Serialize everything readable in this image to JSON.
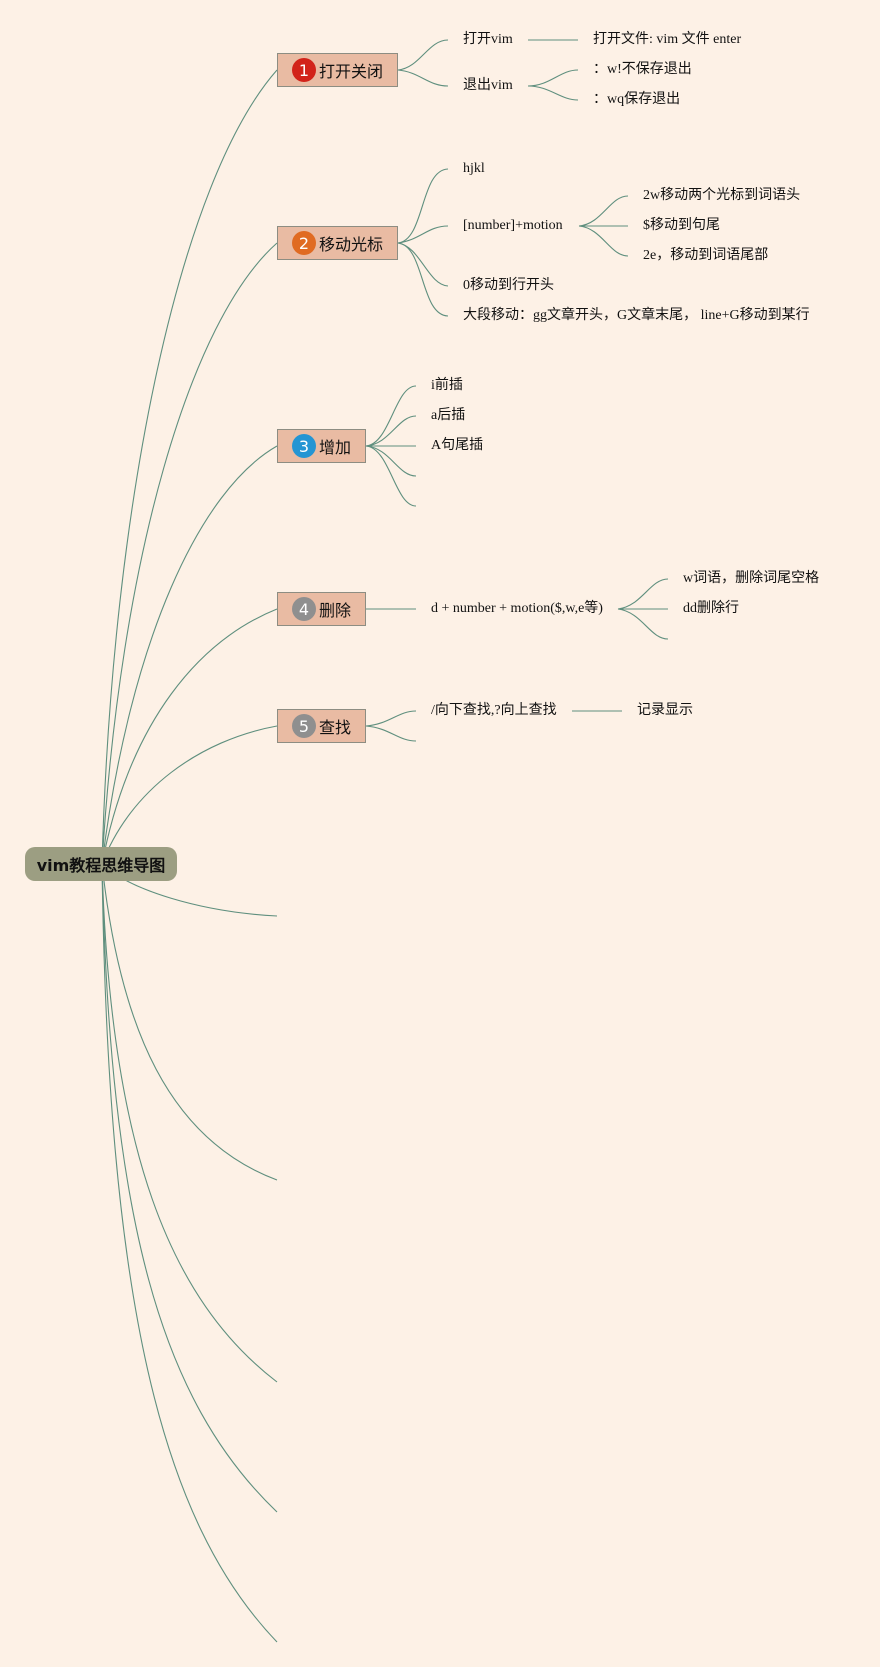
{
  "root": {
    "label": "vim教程思维导图"
  },
  "topics": [
    {
      "number": "1",
      "label": "打开关闭",
      "badge_color": "#d2231a"
    },
    {
      "number": "2",
      "label": "移动光标",
      "badge_color": "#e06b22"
    },
    {
      "number": "3",
      "label": "增加",
      "badge_color": "#2595d3"
    },
    {
      "number": "4",
      "label": "删除",
      "badge_color": "#8f8f8f"
    },
    {
      "number": "5",
      "label": "查找",
      "badge_color": "#8f8f8f"
    }
  ],
  "open_close": {
    "open_vim": "打开vim",
    "open_file": "打开文件: vim 文件 enter",
    "quit_vim": "退出vim",
    "quit_nosave": "：w!不保存退出",
    "quit_save": "：wq保存退出"
  },
  "move_cursor": {
    "hjkl": "hjkl",
    "number_motion": "[number]+motion",
    "sub_2w": "2w移动两个光标到词语头",
    "sub_dollar": "$移动到句尾",
    "sub_2e": "2e，移动到词语尾部",
    "zero": "0移动到行开头",
    "big_move": "大段移动：gg文章开头，G文章末尾， line+G移动到某行"
  },
  "add": {
    "insert_before": "i前插",
    "append_after": "a后插",
    "append_end": "A句尾插"
  },
  "delete": {
    "command": "d + number + motion($,w,e等)",
    "w_word": "w词语，删除词尾空格",
    "dd": "dd删除行"
  },
  "search": {
    "command": "/向下查找,?向上查找",
    "record": "记录显示"
  },
  "colors": {
    "background": "#fdf1e6",
    "connector": "#5f8f7e",
    "topic_fill": "#e9bba3",
    "root_fill": "#9c9e82"
  }
}
